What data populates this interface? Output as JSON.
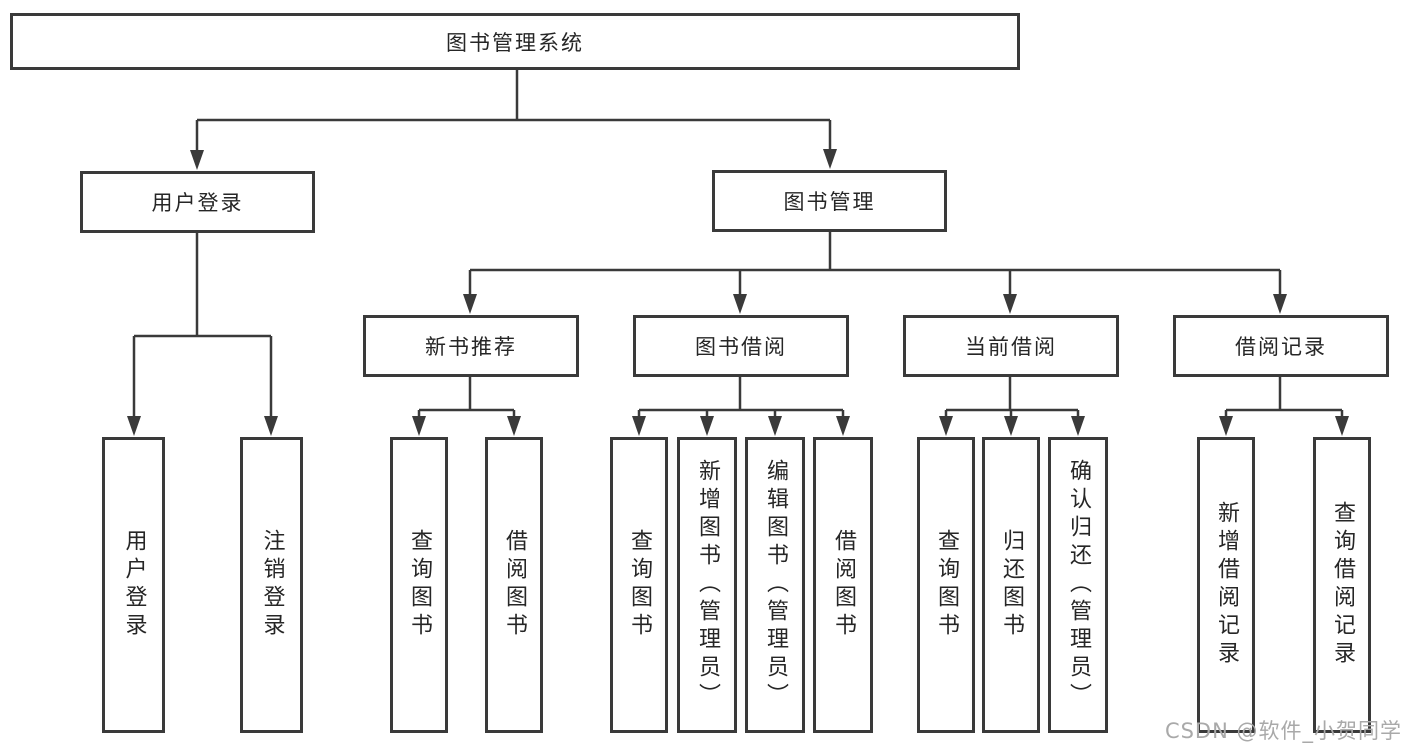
{
  "tree": {
    "label": "图书管理系统",
    "children": [
      {
        "label": "用户登录",
        "children": [
          {
            "label": "用户登录"
          },
          {
            "label": "注销登录"
          }
        ]
      },
      {
        "label": "图书管理",
        "children": [
          {
            "label": "新书推荐",
            "children": [
              {
                "label": "查询图书"
              },
              {
                "label": "借阅图书"
              }
            ]
          },
          {
            "label": "图书借阅",
            "children": [
              {
                "label": "查询图书"
              },
              {
                "label": "新增图书（管理员）"
              },
              {
                "label": "编辑图书（管理员）"
              },
              {
                "label": "借阅图书"
              }
            ]
          },
          {
            "label": "当前借阅",
            "children": [
              {
                "label": "查询图书"
              },
              {
                "label": "归还图书"
              },
              {
                "label": "确认归还（管理员）"
              }
            ]
          },
          {
            "label": "借阅记录",
            "children": [
              {
                "label": "新增借阅记录"
              },
              {
                "label": "查询借阅记录"
              }
            ]
          }
        ]
      }
    ]
  },
  "watermark": {
    "text": "CSDN @软件_小贺同学"
  },
  "colors": {
    "line": "#3a3a3a",
    "border": "#3a3a3a",
    "text": "#262626",
    "watermark": "#a9a9a9",
    "background": "#ffffff"
  }
}
